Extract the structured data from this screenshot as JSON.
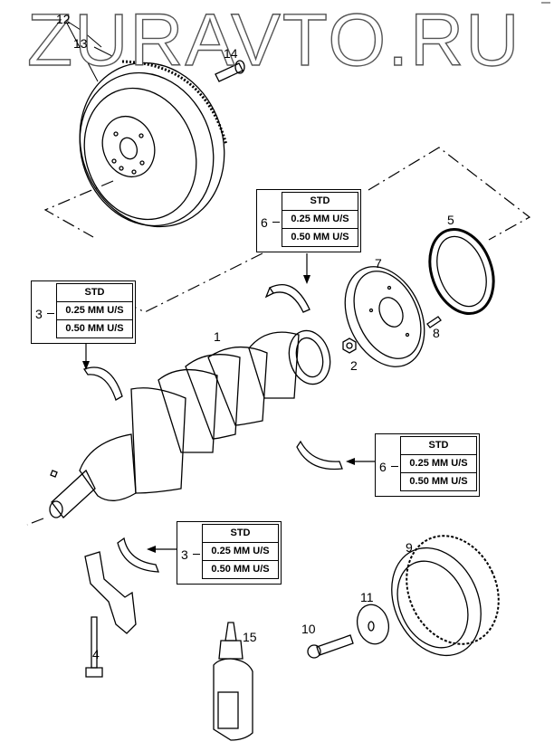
{
  "watermark": "ZURAVTO.RU",
  "callouts": [
    {
      "id": "1",
      "label": "1"
    },
    {
      "id": "2",
      "label": "2"
    },
    {
      "id": "3",
      "label": "3"
    },
    {
      "id": "4",
      "label": "4"
    },
    {
      "id": "5",
      "label": "5"
    },
    {
      "id": "6",
      "label": "6"
    },
    {
      "id": "7",
      "label": "7"
    },
    {
      "id": "8",
      "label": "8"
    },
    {
      "id": "9",
      "label": "9"
    },
    {
      "id": "10",
      "label": "10"
    },
    {
      "id": "11",
      "label": "11"
    },
    {
      "id": "12",
      "label": "12"
    },
    {
      "id": "13",
      "label": "13"
    },
    {
      "id": "14",
      "label": "14"
    },
    {
      "id": "15",
      "label": "15"
    }
  ],
  "spec_boxes": [
    {
      "ref": "6",
      "rows": [
        "STD",
        "0.25  MM U/S",
        "0.50  MM U/S"
      ]
    },
    {
      "ref": "3",
      "rows": [
        "STD",
        "0.25  MM U/S",
        "0.50  MM U/S"
      ]
    },
    {
      "ref": "6",
      "rows": [
        "STD",
        "0.25  MM U/S",
        "0.50  MM U/S"
      ]
    },
    {
      "ref": "3",
      "rows": [
        "STD",
        "0.25  MM U/S",
        "0.50  MM U/S"
      ]
    }
  ]
}
